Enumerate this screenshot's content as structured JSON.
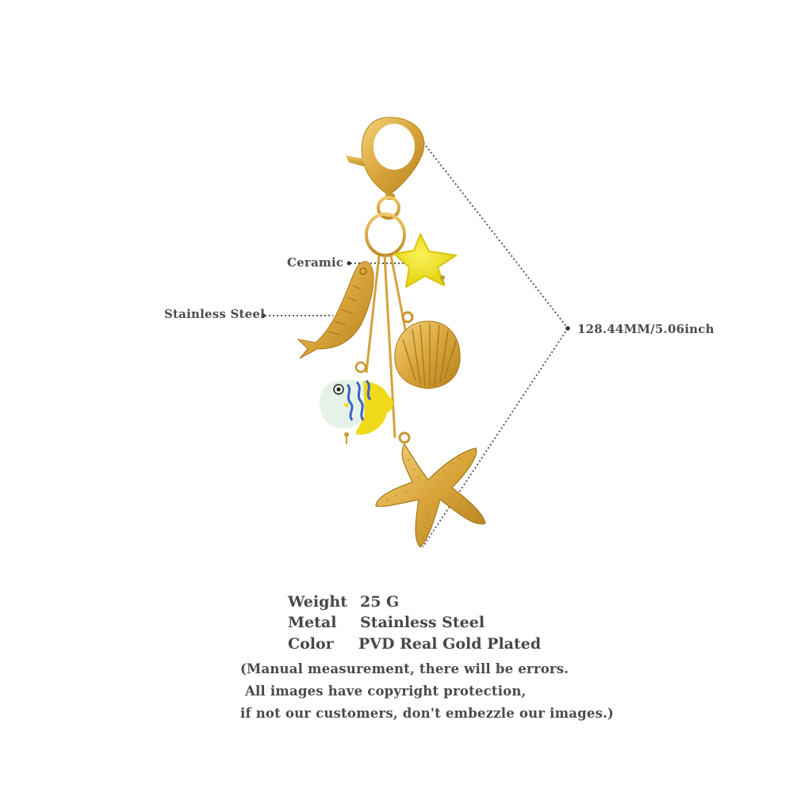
{
  "product": {
    "name": "ocean-charm-keychain",
    "colors": {
      "gold": "#d6a53a",
      "gold_dark": "#b07f1e",
      "gold_light": "#f1cf78",
      "ceramic_yellow": "#f3e21a",
      "ceramic_white": "#e8f3ea",
      "ceramic_blue": "#3b63c9",
      "text": "#4a4a4a",
      "annotation_line": "#5a5a5a"
    },
    "charms": [
      "lobster-clasp",
      "jump-ring",
      "ceramic-yellow-starfish",
      "gold-fish",
      "gold-scallop-shell",
      "ceramic-fish",
      "gold-starfish"
    ]
  },
  "annotations": {
    "ceramic_label": "Ceramic",
    "steel_label": "Stainless Steel",
    "length_label": "128.44MM/5.06inch"
  },
  "specs": [
    {
      "key": "Weight",
      "value": "25  G"
    },
    {
      "key": "Metal",
      "value": "Stainless Steel"
    },
    {
      "key": "Color",
      "value": "PVD Real Gold Plated"
    }
  ],
  "disclaimer": {
    "line1": "(Manual measurement, there will be errors.",
    "line2": " All images have copyright protection,",
    "line3": "if not our customers, don't embezzle our images.)"
  }
}
